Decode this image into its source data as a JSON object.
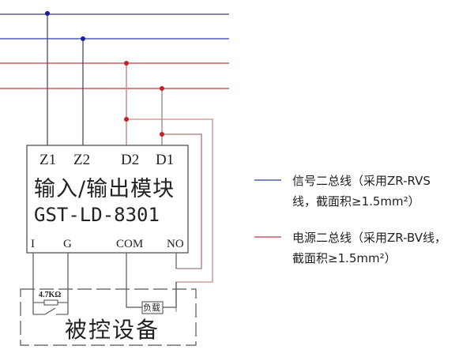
{
  "module": {
    "terminals_top": [
      "Z1",
      "Z2",
      "D2",
      "D1"
    ],
    "title": "输入/输出模块",
    "model": "GST-LD-8301",
    "terminals_bottom": [
      "I",
      "G",
      "COM",
      "NO"
    ]
  },
  "controlled_device": {
    "label": "被控设备",
    "resistor": "4.7KΩ",
    "load": "负载"
  },
  "legend": {
    "signal": {
      "color": "#2c3e9a",
      "line1": "信号二总线（采用ZR-RVS",
      "line2": "线，截面积≥1.5mm²）"
    },
    "power": {
      "color": "#c0393b",
      "line1": "电源二总线（采用ZR-BV线，",
      "line2": "截面积≥1.5mm²）"
    }
  },
  "colors": {
    "signal_bus_1": "#3a3f6e",
    "signal_bus_2": "#2f3fa8",
    "power_bus": "#c0393b",
    "signal_dot": "#1a1aa0",
    "power_dot": "#c42026",
    "wire": "#555555",
    "power_drop": "#c98a8a"
  }
}
